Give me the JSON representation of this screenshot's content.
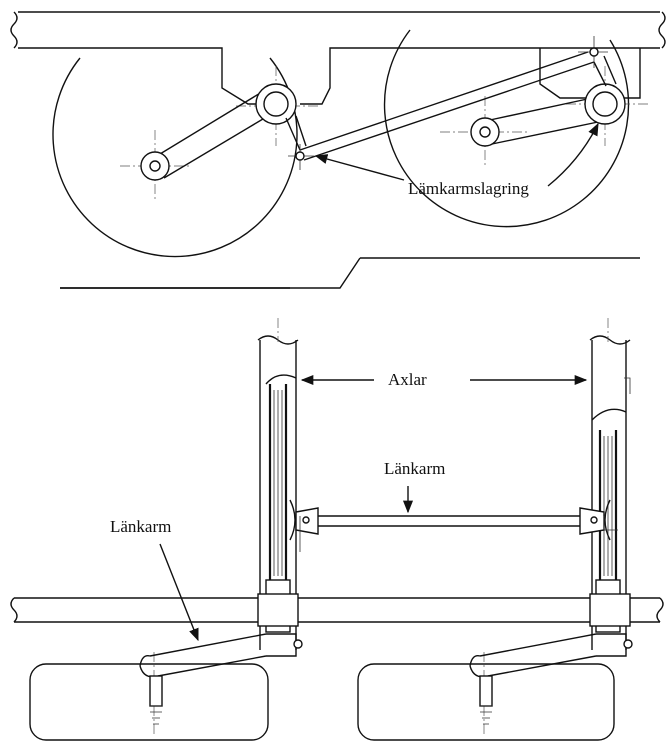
{
  "labels": {
    "top_bearing": "Lämkarmslagring",
    "axles": "Axlar",
    "link_arm_middle": "Länkarm",
    "link_arm_left": "Länkarm"
  },
  "colors": {
    "ink": "#111111",
    "paper": "#ffffff"
  }
}
